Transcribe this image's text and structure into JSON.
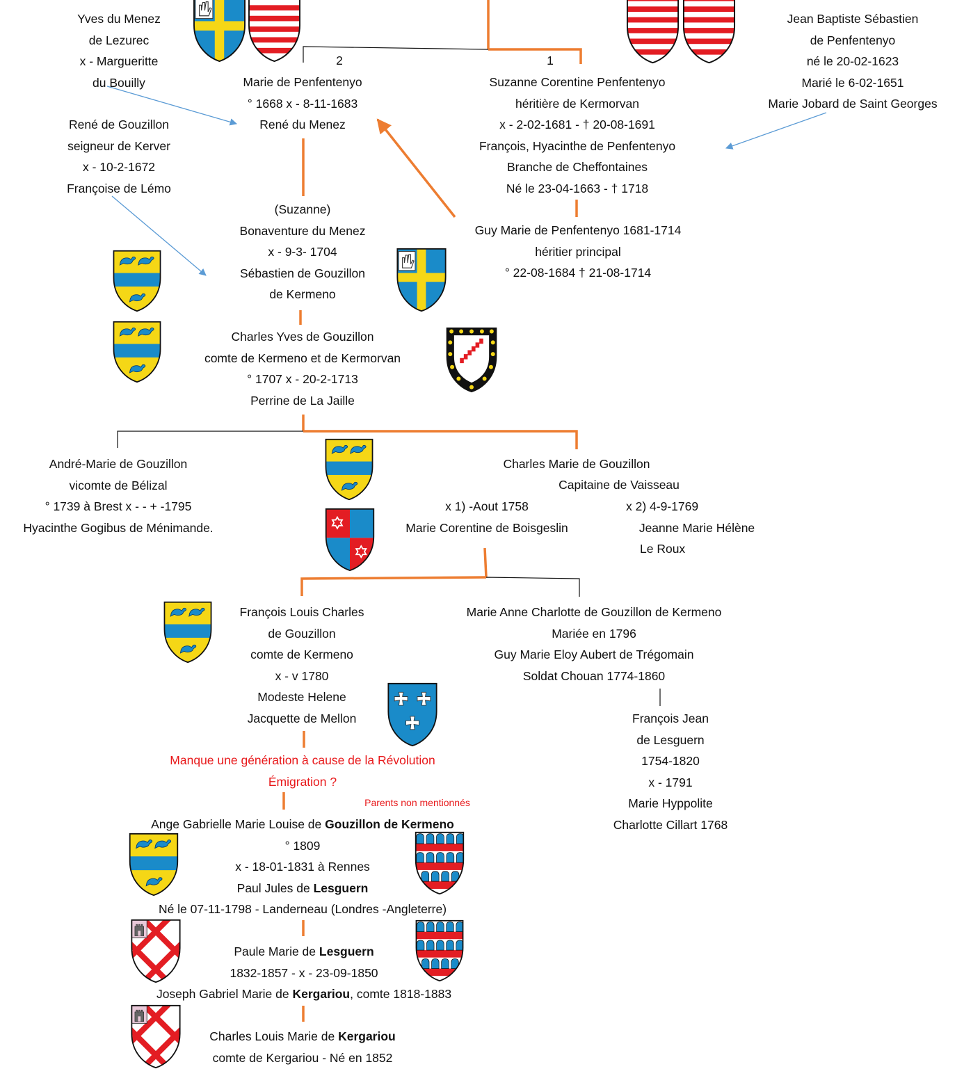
{
  "colors": {
    "orange": "#ed7d31",
    "arrow_blue": "#5b9bd5",
    "note_red": "#e8191b",
    "azure": "#1a8bc9",
    "gold": "#f5d716",
    "gules": "#e31d23"
  },
  "people": {
    "yves": [
      "Yves du Menez",
      "de Lezurec",
      "x - Margueritte",
      "du Bouilly"
    ],
    "rene_gouzillon": [
      "René de Gouzillon",
      "seigneur de Kerver",
      "x - 10-2-1672",
      "Françoise de Lémo"
    ],
    "jean_baptiste": [
      "Jean Baptiste Sébastien",
      "de Penfentenyo",
      "né le 20-02-1623",
      "Marié le 6-02-1651",
      "Marie Jobard de Saint Georges"
    ],
    "marie_penfentenyo": [
      "Marie de Penfentenyo",
      "° 1668  x - 8-11-1683",
      "René du Menez"
    ],
    "suzanne_corentine": [
      "Suzanne Corentine  Penfentenyo",
      "héritière de Kermorvan",
      "x - 2-02-1681 - † 20-08-1691",
      "François, Hyacinthe de Penfentenyo",
      "Branche de Cheffontaines",
      "Né le 23-04-1663 - † 1718"
    ],
    "bonaventure": [
      "(Suzanne)",
      "Bonaventure du Menez",
      "x - 9-3- 1704",
      "Sébastien de Gouzillon",
      "de Kermeno"
    ],
    "guy_marie": [
      "Guy Marie de Penfentenyo 1681-1714",
      "héritier principal",
      "° 22-08-1684 † 21-08-1714"
    ],
    "charles_yves": [
      "Charles Yves de Gouzillon",
      "comte de Kermeno et de Kermorvan",
      "° 1707  x - 20-2-1713",
      "Perrine de La Jaille"
    ],
    "andre_marie": [
      "André-Marie de Gouzillon",
      "vicomte de Bélizal",
      "° 1739 à Brest x -    - + -1795",
      "Hyacinthe Gogibus de Ménimande."
    ],
    "charles_marie": {
      "name": "Charles Marie de Gouzillon",
      "title": "Capitaine de Vaisseau",
      "m1": [
        "x 1) -Aout 1758",
        "Marie Corentine de Boisgeslin"
      ],
      "m2": [
        "x 2)  4-9-1769",
        "Jeanne Marie Hélène",
        "Le Roux"
      ]
    },
    "francois_louis": [
      "François Louis Charles",
      "de Gouzillon",
      "comte de Kermeno",
      "x - v 1780",
      "Modeste Helene",
      "Jacquette de Mellon"
    ],
    "marie_anne": [
      "Marie Anne Charlotte de Gouzillon de Kermeno",
      "Mariée en 1796",
      "Guy Marie Eloy Aubert de Trégomain",
      "Soldat Chouan 1774-1860"
    ],
    "francois_jean": [
      "François Jean",
      "de Lesguern",
      "1754-1820",
      "x - 1791",
      "Marie Hyppolite",
      "Charlotte Cillart 1768"
    ],
    "missing_note": [
      "Manque une génération à cause de la Révolution",
      "Émigration ?"
    ],
    "parents_note": "Parents non mentionnés",
    "ange": {
      "name_pre": "Ange Gabrielle Marie Louise de ",
      "name_bold": "Gouzillon de Kermeno",
      "l2": "° 1809",
      "l3": "x - 18-01-1831 à Rennes",
      "spouse_pre": "Paul Jules de ",
      "spouse_bold": "Lesguern",
      "l5": "Né le 07-11-1798 - Landerneau (Londres -Angleterre)"
    },
    "paule": {
      "name_pre": "Paule Marie de ",
      "name_bold": "Lesguern",
      "l2": "1832-1857 - x - 23-09-1850",
      "spouse_pre": "Joseph Gabriel Marie de ",
      "spouse_bold": "Kergariou",
      "spouse_post": ", comte 1818-1883"
    },
    "charles_louis": {
      "name_pre": "Charles Louis Marie de ",
      "name_bold": "Kergariou",
      "l2": "comte de Kergariou - Né en 1852"
    }
  },
  "branch_numbers": {
    "n1": "1",
    "n2": "2"
  },
  "shields": {
    "cross_hand": "blue-cross-hand-shield-icon",
    "barry": "red-white-barry-shield-icon",
    "birds": "gouzillon-birds-shield-icon",
    "bordure": "bordure-bezants-shield-icon",
    "quarterly": "quarterly-stars-shield-icon",
    "crosses": "three-crosses-shield-icon",
    "vair": "barry-vair-shield-icon",
    "lattice": "fretty-tower-shield-icon"
  }
}
